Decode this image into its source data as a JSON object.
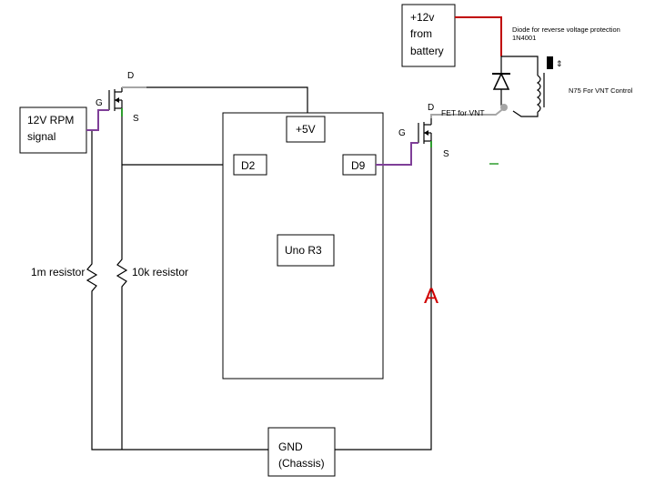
{
  "labels": {
    "battery_line1": "+12v",
    "battery_line2": "from",
    "battery_line3": "battery",
    "diode_line1": "Diode for reverse voltage protection",
    "diode_line2": "1N4001",
    "coil": "N75 For VNT Control",
    "fet_vnt": "FET for VNT",
    "rpm_line1": "12V RPM",
    "rpm_line2": "signal",
    "plus5v": "+5V",
    "d2": "D2",
    "d9": "D9",
    "uno": "Uno R3",
    "res_1m": "1m resistor",
    "res_10k": "10k resistor",
    "marker_a": "A",
    "gnd_line1": "GND",
    "gnd_line2": "(Chassis)",
    "fet1_d": "D",
    "fet1_g": "G",
    "fet1_s": "S",
    "fet2_d": "D",
    "fet2_g": "G",
    "fet2_s": "S"
  },
  "colors": {
    "wire": "#000000",
    "supply": "#c00000",
    "drain": "#a6a6a6",
    "gate": "#7f3f98",
    "source": "#2e9e2e",
    "marker": "#d00000"
  }
}
